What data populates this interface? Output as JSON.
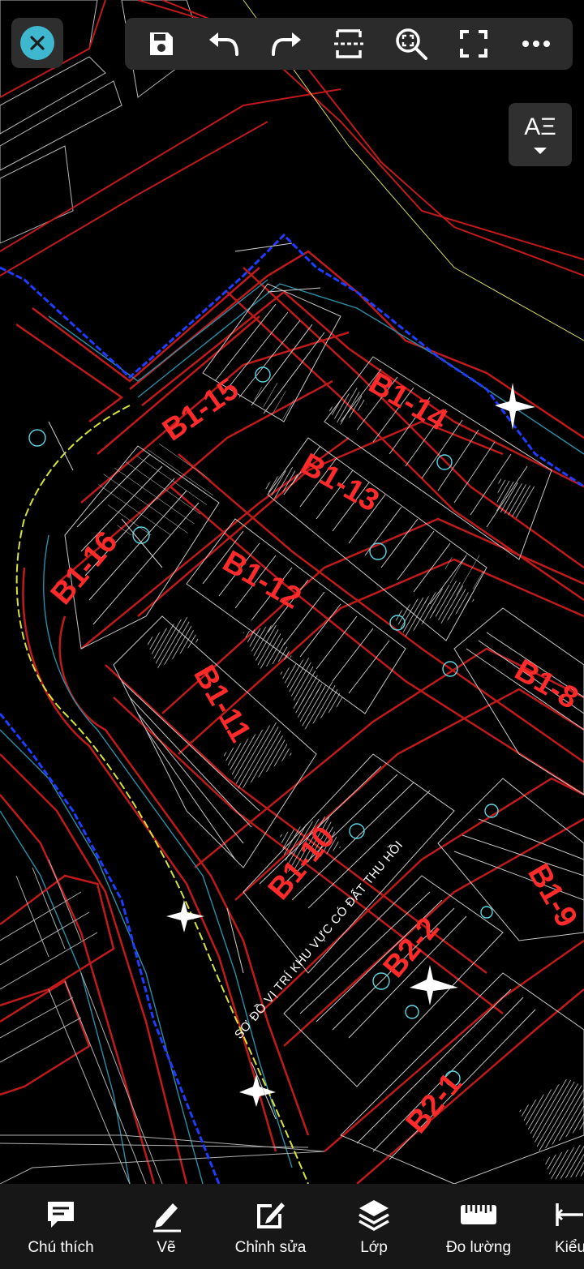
{
  "drawing": {
    "plots": [
      {
        "label": "B1-15",
        "rotate": -35
      },
      {
        "label": "B1-14",
        "rotate": 30
      },
      {
        "label": "B1-13",
        "rotate": 30
      },
      {
        "label": "B1-16",
        "rotate": -50
      },
      {
        "label": "B1-12",
        "rotate": 30
      },
      {
        "label": "B1-11",
        "rotate": 60
      },
      {
        "label": "B1-8",
        "rotate": 30
      },
      {
        "label": "B1-10",
        "rotate": -50
      },
      {
        "label": "B2-2",
        "rotate": -50
      },
      {
        "label": "B1-9",
        "rotate": 60
      },
      {
        "label": "B2-1",
        "rotate": -50
      }
    ],
    "caption": "SƠ ĐỒ VỊ TRÍ KHU VỰC CÓ ĐẤT THU HỒI"
  },
  "toolbar": {
    "buttons": [
      {
        "name": "save-button",
        "icon": "save-icon"
      },
      {
        "name": "undo-button",
        "icon": "undo-icon"
      },
      {
        "name": "redo-button",
        "icon": "redo-icon"
      },
      {
        "name": "section-button",
        "icon": "section-icon"
      },
      {
        "name": "zoom-extents-button",
        "icon": "zoom-extents-icon"
      },
      {
        "name": "fullscreen-button",
        "icon": "fullscreen-icon"
      },
      {
        "name": "more-button",
        "icon": "more-icon"
      }
    ]
  },
  "text_style": {
    "label": "AΞ",
    "icon": "text-style-icon"
  },
  "bottom_bar": {
    "items": [
      {
        "label": "Chú thích",
        "icon": "comment-icon"
      },
      {
        "label": "Vẽ",
        "icon": "pencil-icon"
      },
      {
        "label": "Chỉnh sửa",
        "icon": "edit-icon"
      },
      {
        "label": "Lớp",
        "icon": "layers-icon"
      },
      {
        "label": "Đo lường",
        "icon": "ruler-icon"
      },
      {
        "label": "Kiểu",
        "icon": "dimension-icon"
      }
    ]
  },
  "colors": {
    "accent": "#3fb8cf",
    "plot_label": "#ff2a2a",
    "road_outline": "#c01a1a",
    "parcel_line": "#d8d8d8",
    "boundary": "#1f3cff",
    "center_line": "#e7e7a0"
  }
}
